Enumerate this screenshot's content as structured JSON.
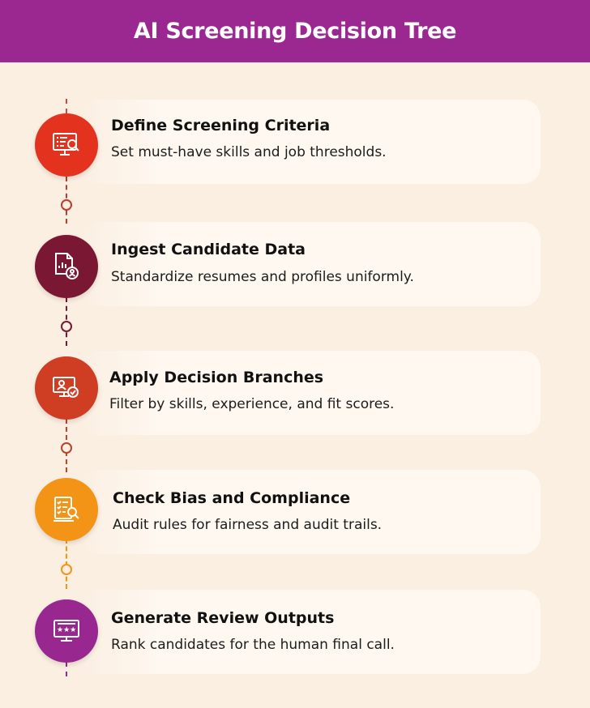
{
  "header": {
    "title": "AI Screening Decision Tree"
  },
  "steps": [
    {
      "title": "Define Screening Criteria",
      "description": "Set must-have skills and job thresholds.",
      "color": "#e3331f",
      "icon": "monitor-checklist-search-icon"
    },
    {
      "title": "Ingest Candidate Data",
      "description": "Standardize resumes and profiles uniformly.",
      "color": "#7a1733",
      "icon": "document-chart-user-icon"
    },
    {
      "title": "Apply Decision Branches",
      "description": "Filter by skills, experience, and fit scores.",
      "color": "#cf3d22",
      "icon": "user-screen-check-icon"
    },
    {
      "title": "Check Bias and Compliance",
      "description": "Audit rules for fairness and audit trails.",
      "color": "#f39416",
      "icon": "checklist-magnifier-icon"
    },
    {
      "title": "Generate Review Outputs",
      "description": "Rank candidates for the human final call.",
      "color": "#98278f",
      "icon": "rating-stars-monitor-icon"
    }
  ]
}
